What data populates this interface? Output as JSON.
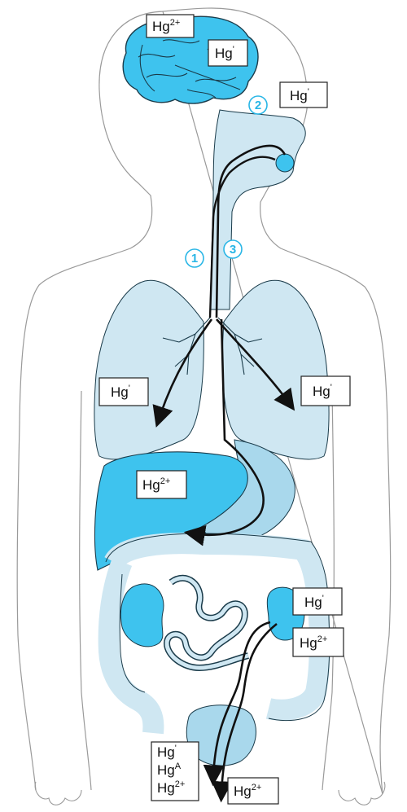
{
  "colors": {
    "organ_light": "#cfe7f2",
    "organ_mid": "#a9d8ec",
    "organ_dark": "#3ec3ee",
    "outline": "#1a3b4a",
    "body_outline": "#9a9a9a",
    "path_arrow": "#111111",
    "route_number": "#29b6e6"
  },
  "labels": {
    "brain_top": {
      "base": "Hg",
      "sup": "2+"
    },
    "brain_mid": {
      "base": "Hg",
      "sup": "'"
    },
    "mouth": {
      "base": "Hg",
      "sup": "'"
    },
    "lung_left": {
      "base": "Hg",
      "sup": "'"
    },
    "lung_right": {
      "base": "Hg",
      "sup": "'"
    },
    "liver": {
      "base": "Hg",
      "sup": "2+"
    },
    "kidney_top": {
      "base": "Hg",
      "sup": "'"
    },
    "kidney_bottom": {
      "base": "Hg",
      "sup": "2+"
    },
    "excretion_list": [
      {
        "base": "Hg",
        "sup": "'"
      },
      {
        "base": "Hg",
        "sup": "A"
      },
      {
        "base": "Hg",
        "sup": "2+"
      }
    ],
    "excretion_right": {
      "base": "Hg",
      "sup": "2+"
    }
  },
  "routes": [
    "1",
    "2",
    "3"
  ]
}
